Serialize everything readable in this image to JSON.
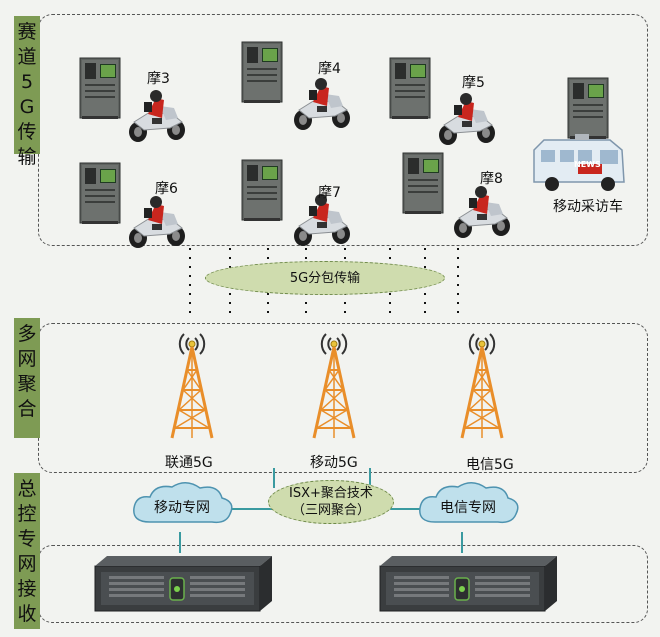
{
  "sections": {
    "track": {
      "label": "赛道5G传输"
    },
    "aggregation": {
      "label": "多网聚合"
    },
    "receiving": {
      "label": "总控专网接收"
    }
  },
  "motorcycles": [
    {
      "label": "摩3"
    },
    {
      "label": "摩4"
    },
    {
      "label": "摩5"
    },
    {
      "label": "摩6"
    },
    {
      "label": "摩7"
    },
    {
      "label": "摩8"
    }
  ],
  "van": {
    "label": "移动采访车",
    "badge": "NEWS"
  },
  "transport": {
    "label": "5G分包传输"
  },
  "towers": [
    {
      "label": "联通5G"
    },
    {
      "label": "移动5G"
    },
    {
      "label": "电信5G"
    }
  ],
  "aggregation_tech": {
    "line1": "ISX+聚合技术",
    "line2": "（三网聚合）"
  },
  "clouds": {
    "left": "移动专网",
    "right": "电信专网"
  },
  "colors": {
    "tab": "#7e9b54",
    "ellipse": "#cfdcae",
    "cloud": "#bfe0ec",
    "tower": "#e98e2a"
  }
}
